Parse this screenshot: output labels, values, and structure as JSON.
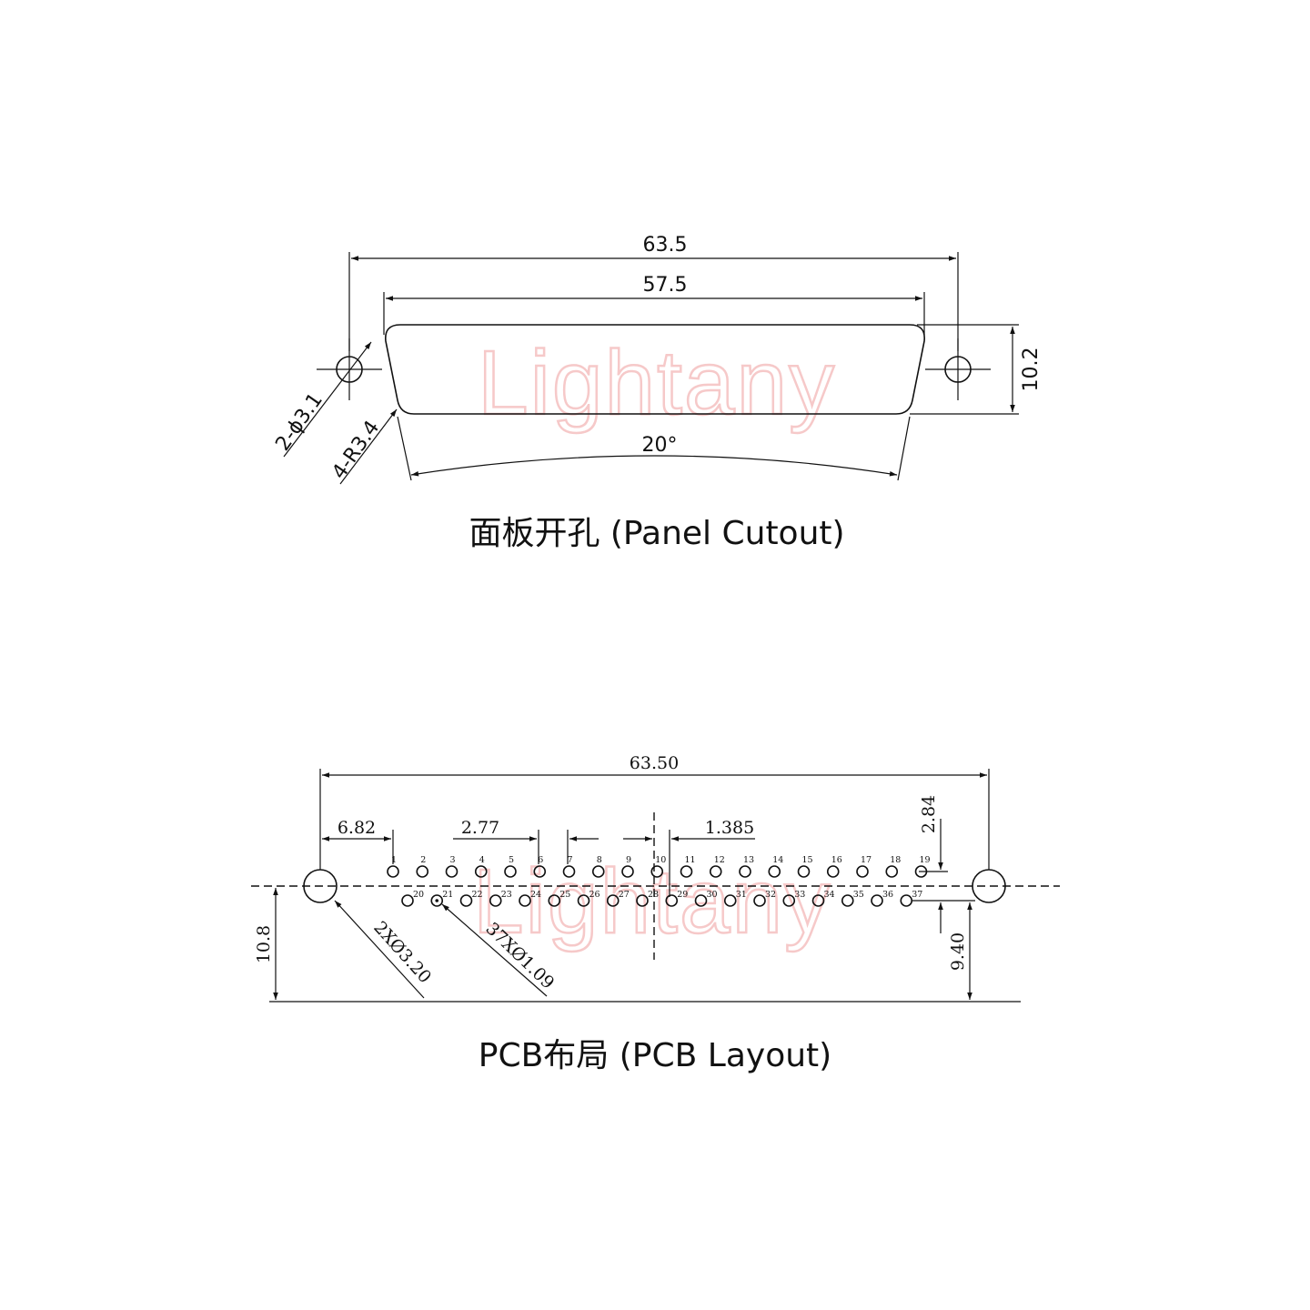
{
  "watermark": "Lightany",
  "panel": {
    "title": "面板开孔 (Panel Cutout)",
    "dim_overall": "63.5",
    "dim_cutout": "57.5",
    "dim_height": "10.2",
    "dim_angle": "20°",
    "dim_holes": "2-ϕ3.1",
    "dim_radius": "4-R3.4"
  },
  "pcb": {
    "title": "PCB布局 (PCB Layout)",
    "dim_overall": "63.50",
    "dim_first_pin": "6.82",
    "dim_pitch": "2.77",
    "dim_half_pitch": "1.385",
    "dim_row_offset": "2.84",
    "dim_left_height": "10.8",
    "dim_right_height": "9.40",
    "dim_mount_holes": "2XØ3.20",
    "dim_pin_holes": "37XØ1.09",
    "top_row_pins": [
      "1",
      "2",
      "3",
      "4",
      "5",
      "6",
      "7",
      "8",
      "9",
      "10",
      "11",
      "12",
      "13",
      "14",
      "15",
      "16",
      "17",
      "18",
      "19"
    ],
    "bottom_row_pins": [
      "20",
      "21",
      "22",
      "23",
      "24",
      "25",
      "26",
      "27",
      "28",
      "29",
      "30",
      "31",
      "32",
      "33",
      "34",
      "35",
      "36",
      "37"
    ]
  }
}
